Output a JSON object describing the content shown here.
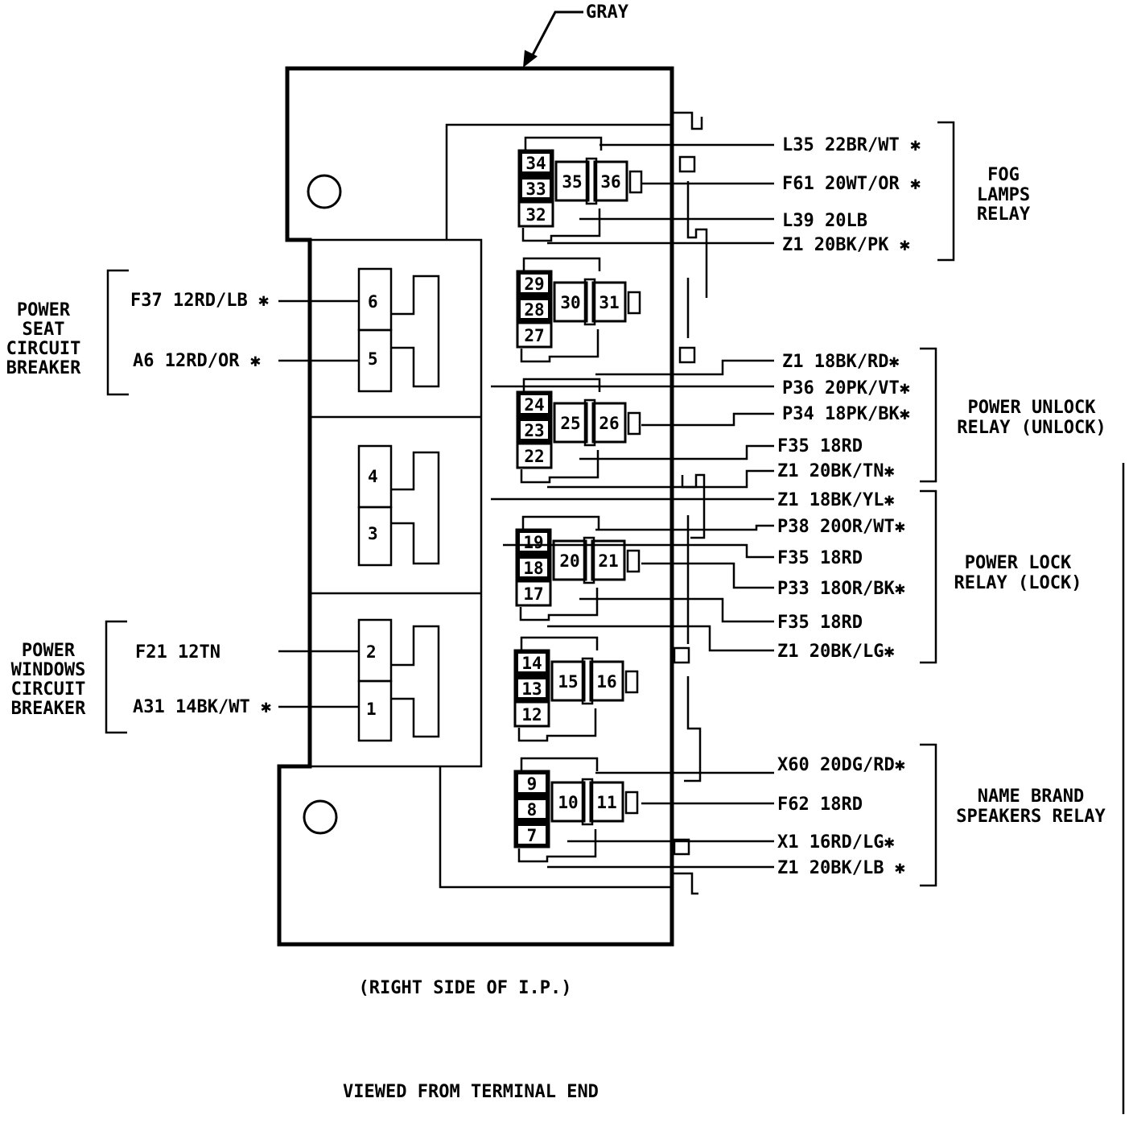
{
  "housing_color_label": "GRAY",
  "caption_location": "(RIGHT SIDE OF I.P.)",
  "caption_view": "VIEWED FROM TERMINAL END",
  "groups": {
    "fog_lamps_relay": [
      "FOG",
      "LAMPS",
      "RELAY"
    ],
    "power_seat_breaker": [
      "POWER",
      "SEAT",
      "CIRCUIT",
      "BREAKER"
    ],
    "power_unlock_relay": [
      "POWER UNLOCK",
      "RELAY (UNLOCK)"
    ],
    "power_lock_relay": [
      "POWER LOCK",
      "RELAY (LOCK)"
    ],
    "power_windows_breaker": [
      "POWER",
      "WINDOWS",
      "CIRCUIT",
      "BREAKER"
    ],
    "name_brand_speakers_relay": [
      "NAME BRAND",
      "SPEAKERS RELAY"
    ]
  },
  "wires_right": [
    "L35 22BR/WT ✱",
    "F61 20WT/OR ✱",
    "L39 20LB",
    "Z1 20BK/PK ✱",
    "Z1 18BK/RD✱",
    "P36 20PK/VT✱",
    "P34 18PK/BK✱",
    "F35 18RD",
    "Z1 20BK/TN✱",
    "Z1 18BK/YL✱",
    "P38 20OR/WT✱",
    "F35 18RD",
    "P33 18OR/BK✱",
    "F35 18RD",
    "Z1 20BK/LG✱",
    "X60 20DG/RD✱",
    "F62 18RD",
    "X1 16RD/LG✱",
    "Z1 20BK/LB ✱"
  ],
  "wires_left": [
    "F37 12RD/LB ✱",
    "A6 12RD/OR ✱",
    "F21 12TN",
    "A31 14BK/WT ✱"
  ],
  "breaker_pins": [
    "6",
    "5",
    "4",
    "3",
    "2",
    "1"
  ],
  "relays": [
    {
      "left": [
        "34",
        "33",
        "32"
      ],
      "mid": "35",
      "right": "36"
    },
    {
      "left": [
        "29",
        "28",
        "27"
      ],
      "mid": "30",
      "right": "31"
    },
    {
      "left": [
        "24",
        "23",
        "22"
      ],
      "mid": "25",
      "right": "26"
    },
    {
      "left": [
        "19",
        "18",
        "17"
      ],
      "mid": "20",
      "right": "21"
    },
    {
      "left": [
        "14",
        "13",
        "12"
      ],
      "mid": "15",
      "right": "16"
    },
    {
      "left": [
        "9",
        "8",
        "7"
      ],
      "mid": "10",
      "right": "11"
    }
  ]
}
